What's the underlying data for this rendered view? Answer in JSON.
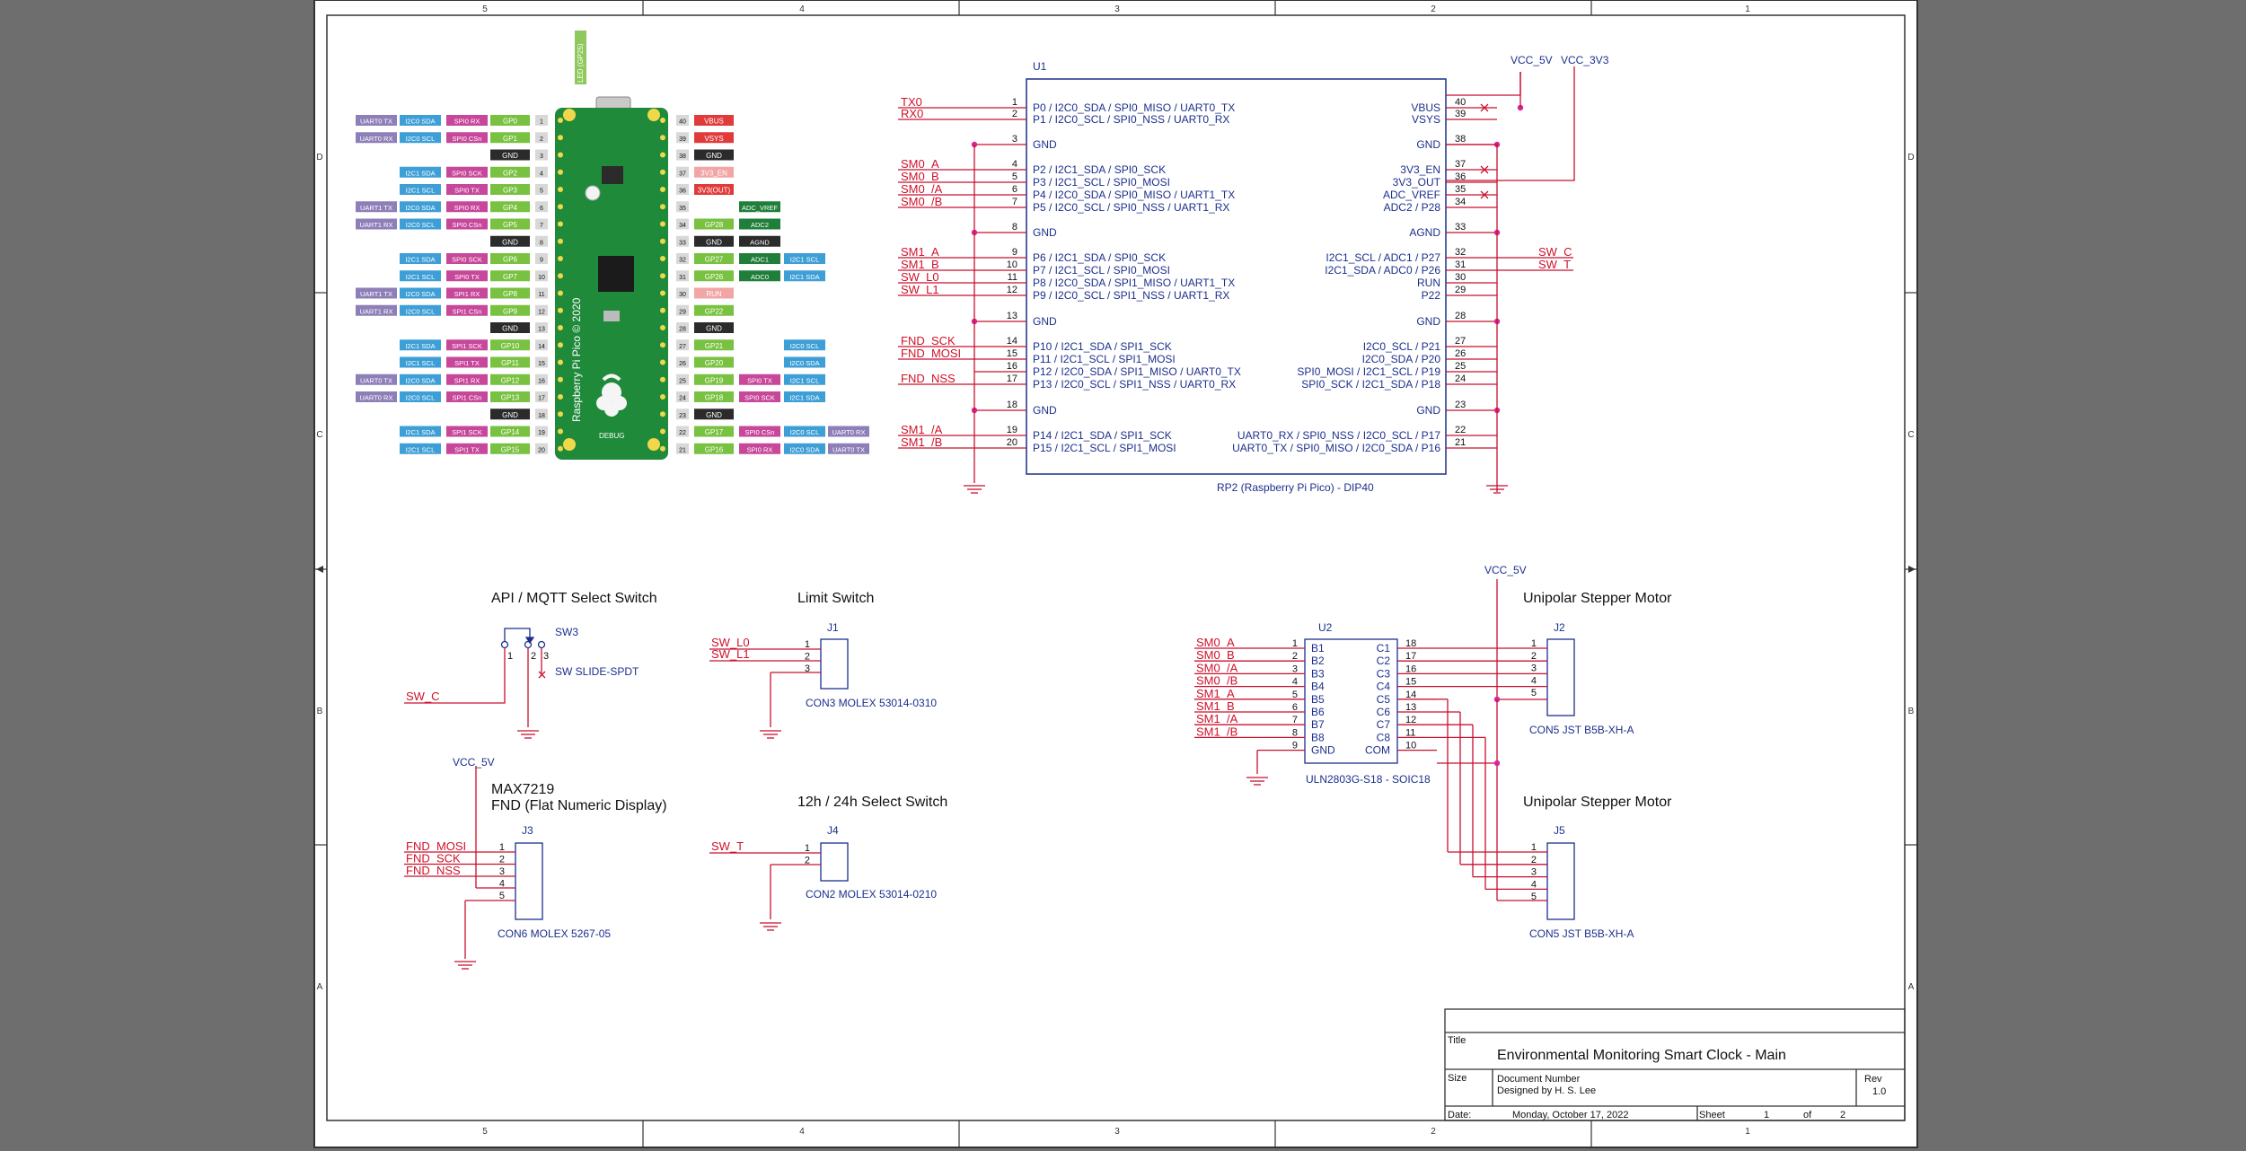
{
  "border": {
    "cols": [
      "5",
      "4",
      "3",
      "2",
      "1"
    ],
    "rows": [
      "D",
      "C",
      "B",
      "A"
    ]
  },
  "pico": {
    "board_text": "Raspberry Pi Pico © 2020",
    "led_label": "LED (GP25)",
    "debug_label": "DEBUG",
    "left_pins": [
      {
        "num": "1",
        "gp": "GP0",
        "f": [
          "UART0 TX",
          "I2C0 SDA",
          "SPI0 RX"
        ]
      },
      {
        "num": "2",
        "gp": "GP1",
        "f": [
          "UART0 RX",
          "I2C0 SCL",
          "SPI0 CSn"
        ]
      },
      {
        "num": "3",
        "gp": "GND",
        "f": []
      },
      {
        "num": "4",
        "gp": "GP2",
        "f": [
          "",
          "I2C1 SDA",
          "SPI0 SCK"
        ]
      },
      {
        "num": "5",
        "gp": "GP3",
        "f": [
          "",
          "I2C1 SCL",
          "SPI0 TX"
        ]
      },
      {
        "num": "6",
        "gp": "GP4",
        "f": [
          "UART1 TX",
          "I2C0 SDA",
          "SPI0 RX"
        ]
      },
      {
        "num": "7",
        "gp": "GP5",
        "f": [
          "UART1 RX",
          "I2C0 SCL",
          "SPI0 CSn"
        ]
      },
      {
        "num": "8",
        "gp": "GND",
        "f": []
      },
      {
        "num": "9",
        "gp": "GP6",
        "f": [
          "",
          "I2C1 SDA",
          "SPI0 SCK"
        ]
      },
      {
        "num": "10",
        "gp": "GP7",
        "f": [
          "",
          "I2C1 SCL",
          "SPI0 TX"
        ]
      },
      {
        "num": "11",
        "gp": "GP8",
        "f": [
          "UART1 TX",
          "I2C0 SDA",
          "SPI1 RX"
        ]
      },
      {
        "num": "12",
        "gp": "GP9",
        "f": [
          "UART1 RX",
          "I2C0 SCL",
          "SPI1 CSn"
        ]
      },
      {
        "num": "13",
        "gp": "GND",
        "f": []
      },
      {
        "num": "14",
        "gp": "GP10",
        "f": [
          "",
          "I2C1 SDA",
          "SPI1 SCK"
        ]
      },
      {
        "num": "15",
        "gp": "GP11",
        "f": [
          "",
          "I2C1 SCL",
          "SPI1 TX"
        ]
      },
      {
        "num": "16",
        "gp": "GP12",
        "f": [
          "UART0 TX",
          "I2C0 SDA",
          "SPI1 RX"
        ]
      },
      {
        "num": "17",
        "gp": "GP13",
        "f": [
          "UART0 RX",
          "I2C0 SCL",
          "SPI1 CSn"
        ]
      },
      {
        "num": "18",
        "gp": "GND",
        "f": []
      },
      {
        "num": "19",
        "gp": "GP14",
        "f": [
          "",
          "I2C1 SDA",
          "SPI1 SCK"
        ]
      },
      {
        "num": "20",
        "gp": "GP15",
        "f": [
          "",
          "I2C1 SCL",
          "SPI1 TX"
        ]
      }
    ],
    "right_pins": [
      {
        "num": "40",
        "gp": "VBUS",
        "f": []
      },
      {
        "num": "39",
        "gp": "VSYS",
        "f": []
      },
      {
        "num": "38",
        "gp": "GND",
        "f": []
      },
      {
        "num": "37",
        "gp": "3V3_EN",
        "f": []
      },
      {
        "num": "36",
        "gp": "3V3(OUT)",
        "f": []
      },
      {
        "num": "35",
        "gp": "",
        "f": [
          "ADC_VREF"
        ]
      },
      {
        "num": "34",
        "gp": "GP28",
        "f": [
          "ADC2"
        ]
      },
      {
        "num": "33",
        "gp": "GND",
        "f": [
          "AGND"
        ]
      },
      {
        "num": "32",
        "gp": "GP27",
        "f": [
          "ADC1",
          "I2C1 SCL"
        ]
      },
      {
        "num": "31",
        "gp": "GP26",
        "f": [
          "ADC0",
          "I2C1 SDA"
        ]
      },
      {
        "num": "30",
        "gp": "RUN",
        "f": []
      },
      {
        "num": "29",
        "gp": "GP22",
        "f": []
      },
      {
        "num": "28",
        "gp": "GND",
        "f": []
      },
      {
        "num": "27",
        "gp": "GP21",
        "f": [
          "",
          "I2C0 SCL"
        ]
      },
      {
        "num": "26",
        "gp": "GP20",
        "f": [
          "",
          "I2C0 SDA"
        ]
      },
      {
        "num": "25",
        "gp": "GP19",
        "f": [
          "SPI0 TX",
          "I2C1 SCL"
        ]
      },
      {
        "num": "24",
        "gp": "GP18",
        "f": [
          "SPI0 SCK",
          "I2C1 SDA"
        ]
      },
      {
        "num": "23",
        "gp": "GND",
        "f": []
      },
      {
        "num": "22",
        "gp": "GP17",
        "f": [
          "SPI0 CSn",
          "I2C0 SCL",
          "UART0 RX"
        ]
      },
      {
        "num": "21",
        "gp": "GP16",
        "f": [
          "SPI0 RX",
          "I2C0 SDA",
          "UART0 TX"
        ]
      }
    ]
  },
  "u1": {
    "ref": "U1",
    "value": "RP2 (Raspberry Pi Pico) - DIP40",
    "left_pins": [
      {
        "n": "1",
        "name": "P0 / I2C0_SDA / SPI0_MISO / UART0_TX",
        "net": "TX0"
      },
      {
        "n": "2",
        "name": "P1 / I2C0_SCL / SPI0_NSS / UART0_RX",
        "net": "RX0"
      },
      {
        "n": "3",
        "name": "GND",
        "net": ""
      },
      {
        "n": "4",
        "name": "P2 / I2C1_SDA / SPI0_SCK",
        "net": "SM0_A"
      },
      {
        "n": "5",
        "name": "P3 / I2C1_SCL / SPI0_MOSI",
        "net": "SM0_B"
      },
      {
        "n": "6",
        "name": "P4 / I2C0_SDA / SPI0_MISO / UART1_TX",
        "net": "SM0_/A"
      },
      {
        "n": "7",
        "name": "P5 / I2C0_SCL / SPI0_NSS / UART1_RX",
        "net": "SM0_/B"
      },
      {
        "n": "8",
        "name": "GND",
        "net": ""
      },
      {
        "n": "9",
        "name": "P6 / I2C1_SDA / SPI0_SCK",
        "net": "SM1_A"
      },
      {
        "n": "10",
        "name": "P7 / I2C1_SCL / SPI0_MOSI",
        "net": "SM1_B"
      },
      {
        "n": "11",
        "name": "P8 / I2C0_SDA / SPI1_MISO / UART1_TX",
        "net": "SW_L0"
      },
      {
        "n": "12",
        "name": "P9 / I2C0_SCL / SPI1_NSS / UART1_RX",
        "net": "SW_L1"
      },
      {
        "n": "13",
        "name": "GND",
        "net": ""
      },
      {
        "n": "14",
        "name": "P10 / I2C1_SDA / SPI1_SCK",
        "net": "FND_SCK"
      },
      {
        "n": "15",
        "name": "P11 / I2C1_SCL / SPI1_MOSI",
        "net": "FND_MOSI"
      },
      {
        "n": "16",
        "name": "P12 / I2C0_SDA / SPI1_MISO / UART0_TX",
        "net": ""
      },
      {
        "n": "17",
        "name": "P13 / I2C0_SCL / SPI1_NSS / UART0_RX",
        "net": "FND_NSS"
      },
      {
        "n": "18",
        "name": "GND",
        "net": ""
      },
      {
        "n": "19",
        "name": "P14 / I2C1_SDA / SPI1_SCK",
        "net": "SM1_/A"
      },
      {
        "n": "20",
        "name": "P15 / I2C1_SCL / SPI1_MOSI",
        "net": "SM1_/B"
      }
    ],
    "right_pins": [
      {
        "n": "40",
        "name": "VBUS",
        "net": ""
      },
      {
        "n": "39",
        "name": "VSYS",
        "net": ""
      },
      {
        "n": "38",
        "name": "GND",
        "net": ""
      },
      {
        "n": "37",
        "name": "3V3_EN",
        "net": ""
      },
      {
        "n": "36",
        "name": "3V3_OUT",
        "net": ""
      },
      {
        "n": "35",
        "name": "ADC_VREF",
        "net": ""
      },
      {
        "n": "34",
        "name": "ADC2 / P28",
        "net": ""
      },
      {
        "n": "33",
        "name": "AGND",
        "net": ""
      },
      {
        "n": "32",
        "name": "I2C1_SCL / ADC1 / P27",
        "net": "SW_C"
      },
      {
        "n": "31",
        "name": "I2C1_SDA / ADC0 / P26",
        "net": "SW_T"
      },
      {
        "n": "30",
        "name": "RUN",
        "net": ""
      },
      {
        "n": "29",
        "name": "P22",
        "net": ""
      },
      {
        "n": "28",
        "name": "GND",
        "net": ""
      },
      {
        "n": "27",
        "name": "I2C0_SCL / P21",
        "net": ""
      },
      {
        "n": "26",
        "name": "I2C0_SDA / P20",
        "net": ""
      },
      {
        "n": "25",
        "name": "SPI0_MOSI / I2C1_SCL / P19",
        "net": ""
      },
      {
        "n": "24",
        "name": "SPI0_SCK / I2C1_SDA / P18",
        "net": ""
      },
      {
        "n": "23",
        "name": "GND",
        "net": ""
      },
      {
        "n": "22",
        "name": "UART0_RX / SPI0_NSS / I2C0_SCL / P17",
        "net": ""
      },
      {
        "n": "21",
        "name": "UART0_TX / SPI0_MISO / I2C0_SDA / P16",
        "net": ""
      }
    ]
  },
  "power": {
    "vcc5": "VCC_5V",
    "vcc33": "VCC_3V3"
  },
  "sw3": {
    "title": "API / MQTT Select Switch",
    "ref": "SW3",
    "value": "SW SLIDE-SPDT",
    "net": "SW_C",
    "pins": [
      "1",
      "2",
      "3"
    ]
  },
  "j1": {
    "title": "Limit Switch",
    "ref": "J1",
    "value": "CON3 MOLEX 53014-0310",
    "nets": [
      "SW_L0",
      "SW_L1"
    ],
    "pins": [
      "1",
      "2",
      "3"
    ]
  },
  "j3": {
    "title1": "MAX7219",
    "title2": "FND (Flat Numeric Display)",
    "ref": "J3",
    "value": "CON6 MOLEX 5267-05",
    "power": "VCC_5V",
    "nets": [
      "FND_MOSI",
      "FND_SCK",
      "FND_NSS"
    ],
    "pins": [
      "1",
      "2",
      "3",
      "4",
      "5"
    ]
  },
  "j4": {
    "title": "12h / 24h Select Switch",
    "ref": "J4",
    "value": "CON2 MOLEX 53014-0210",
    "net": "SW_T",
    "pins": [
      "1",
      "2"
    ]
  },
  "u2": {
    "ref": "U2",
    "value": "ULN2803G-S18 - SOIC18",
    "left": [
      {
        "n": "1",
        "name": "B1",
        "net": "SM0_A"
      },
      {
        "n": "2",
        "name": "B2",
        "net": "SM0_B"
      },
      {
        "n": "3",
        "name": "B3",
        "net": "SM0_/A"
      },
      {
        "n": "4",
        "name": "B4",
        "net": "SM0_/B"
      },
      {
        "n": "5",
        "name": "B5",
        "net": "SM1_A"
      },
      {
        "n": "6",
        "name": "B6",
        "net": "SM1_B"
      },
      {
        "n": "7",
        "name": "B7",
        "net": "SM1_/A"
      },
      {
        "n": "8",
        "name": "B8",
        "net": "SM1_/B"
      },
      {
        "n": "9",
        "name": "GND",
        "net": ""
      }
    ],
    "right": [
      {
        "n": "18",
        "name": "C1"
      },
      {
        "n": "17",
        "name": "C2"
      },
      {
        "n": "16",
        "name": "C3"
      },
      {
        "n": "15",
        "name": "C4"
      },
      {
        "n": "14",
        "name": "C5"
      },
      {
        "n": "13",
        "name": "C6"
      },
      {
        "n": "12",
        "name": "C7"
      },
      {
        "n": "11",
        "name": "C8"
      },
      {
        "n": "10",
        "name": "COM"
      }
    ]
  },
  "j2": {
    "title": "Unipolar Stepper Motor",
    "ref": "J2",
    "value": "CON5 JST B5B-XH-A",
    "power": "VCC_5V",
    "pins": [
      "1",
      "2",
      "3",
      "4",
      "5"
    ]
  },
  "j5": {
    "title": "Unipolar Stepper Motor",
    "ref": "J5",
    "value": "CON5 JST B5B-XH-A",
    "pins": [
      "1",
      "2",
      "3",
      "4",
      "5"
    ]
  },
  "title_block": {
    "title_label": "Title",
    "title": "Environmental Monitoring Smart Clock - Main",
    "size_label": "Size",
    "doc_number_label": "Document Number",
    "designed_by": "Designed by H. S. Lee",
    "rev_label": "Rev",
    "rev": "1.0",
    "date_label": "Date:",
    "date": "Monday, October 17, 2022",
    "sheet_label": "Sheet",
    "sheet": "1",
    "of_label": "of",
    "sheets": "2"
  },
  "colors": {
    "wire": "#c8102e",
    "part": "#1c2f8c",
    "net_text": "#d0102a",
    "ground": "#c8102e",
    "junction": "#d8269a"
  }
}
